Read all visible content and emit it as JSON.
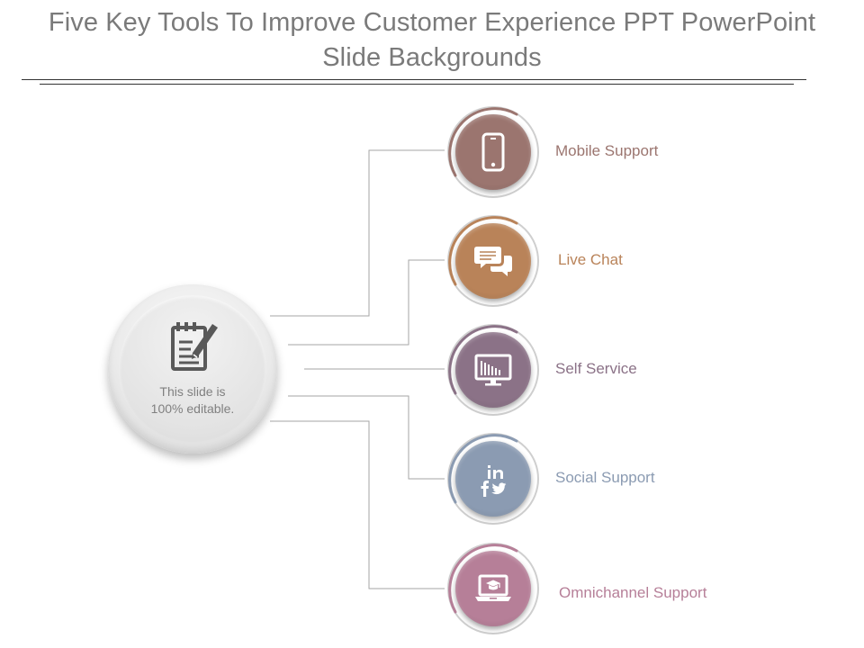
{
  "title_line1": "Five Key Tools To Improve Customer Experience PPT PowerPoint",
  "title_line2": "Slide Backgrounds",
  "hub": {
    "line1": "This slide is",
    "line2": "100% editable.",
    "icon": "notepad-pencil-icon"
  },
  "tools": [
    {
      "label": "Mobile Support",
      "icon": "mobile-phone-icon",
      "color": "#9b756f"
    },
    {
      "label": "Live Chat",
      "icon": "chat-bubbles-icon",
      "color": "#b98359"
    },
    {
      "label": "Self Service",
      "icon": "monitor-chart-icon",
      "color": "#8b7287"
    },
    {
      "label": "Social Support",
      "icon": "social-media-icon",
      "color": "#8b9bb2"
    },
    {
      "label": "Omnichannel Support",
      "icon": "laptop-graduate-icon",
      "color": "#b67f98"
    }
  ]
}
